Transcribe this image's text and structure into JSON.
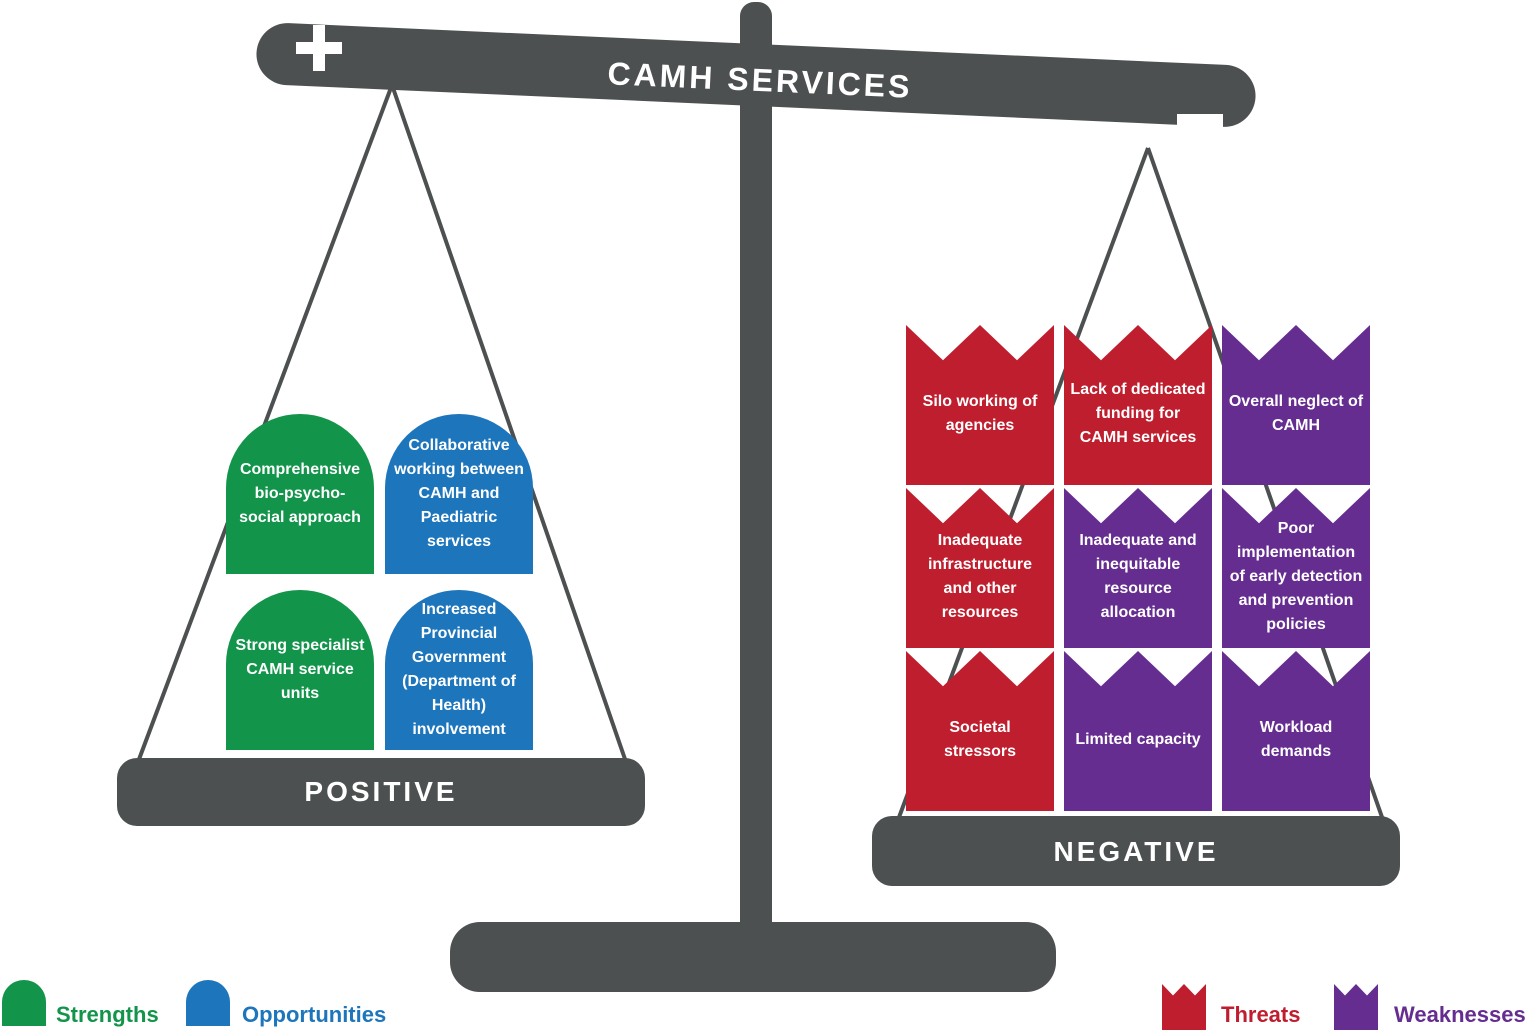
{
  "title": "CAMH SERVICES",
  "plus_symbol": "+",
  "minus_symbol": "−",
  "positive_label": "POSITIVE",
  "negative_label": "NEGATIVE",
  "colors": {
    "beam": "#4d5051",
    "strengths": "#12944a",
    "opportunities": "#1d75bc",
    "threats": "#bf1e2e",
    "weaknesses": "#662d91"
  },
  "positive_items": [
    {
      "label": "Comprehensive bio-psycho-social approach",
      "category": "strengths"
    },
    {
      "label": "Collaborative working between CAMH and Paediatric services",
      "category": "opportunities"
    },
    {
      "label": "Strong specialist CAMH service units",
      "category": "strengths"
    },
    {
      "label": "Increased Provincial Government (Department of Health) involvement",
      "category": "opportunities"
    }
  ],
  "negative_items": [
    {
      "label": "Silo working of agencies",
      "category": "threats"
    },
    {
      "label": "Lack of dedicated funding for CAMH services",
      "category": "threats"
    },
    {
      "label": "Overall neglect of CAMH",
      "category": "weaknesses"
    },
    {
      "label": "Inadequate infrastructure and other resources",
      "category": "threats"
    },
    {
      "label": "Inadequate and inequitable resource allocation",
      "category": "weaknesses"
    },
    {
      "label": "Poor implementation of early detection and prevention policies",
      "category": "weaknesses"
    },
    {
      "label": "Societal stressors",
      "category": "threats"
    },
    {
      "label": "Limited capacity",
      "category": "weaknesses"
    },
    {
      "label": "Workload demands",
      "category": "weaknesses"
    }
  ],
  "legend": {
    "strengths": "Strengths",
    "opportunities": "Opportunities",
    "threats": "Threats",
    "weaknesses": "Weaknesses"
  }
}
